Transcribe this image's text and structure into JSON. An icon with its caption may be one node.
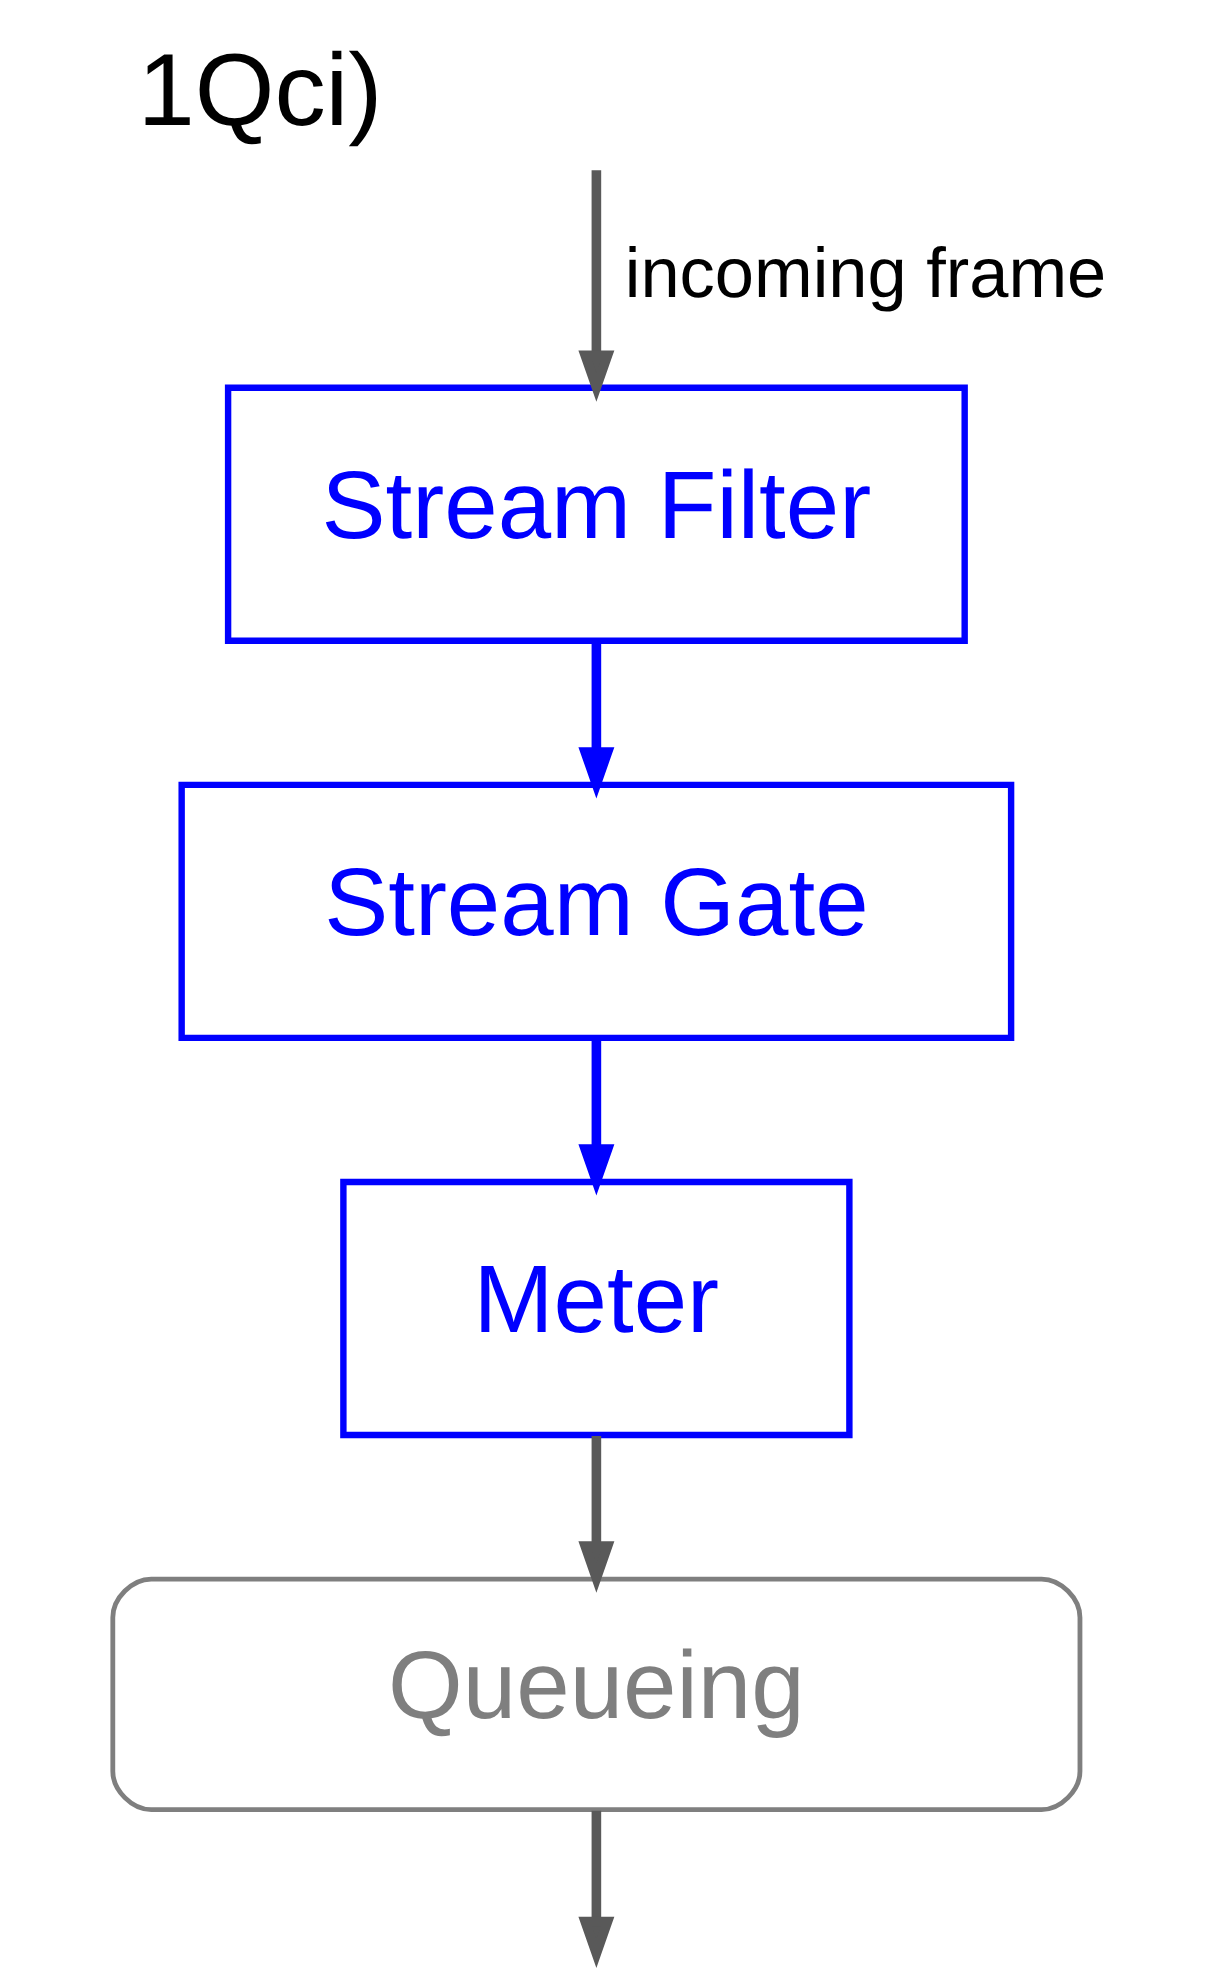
{
  "diagram": {
    "title": "1Qci)",
    "nodes": [
      {
        "text": [
          "Stream Filter"
        ]
      },
      {
        "text": [
          "Stream Gate"
        ]
      },
      {
        "text": [
          "Meter"
        ]
      },
      {
        "text": [
          "Queueing"
        ]
      }
    ],
    "edges": [
      {
        "from": null,
        "to": 0,
        "arrow": "to",
        "label": "incoming frame"
      },
      {
        "from": 0,
        "to": 1,
        "arrow": "to",
        "color": "#0000ff"
      },
      {
        "from": 1,
        "to": 2,
        "arrow": "to",
        "color": "#0000ff"
      },
      {
        "from": 2,
        "to": 3,
        "arrow": "to"
      },
      {
        "from": 3,
        "to": null,
        "arrow": "to"
      }
    ]
  }
}
